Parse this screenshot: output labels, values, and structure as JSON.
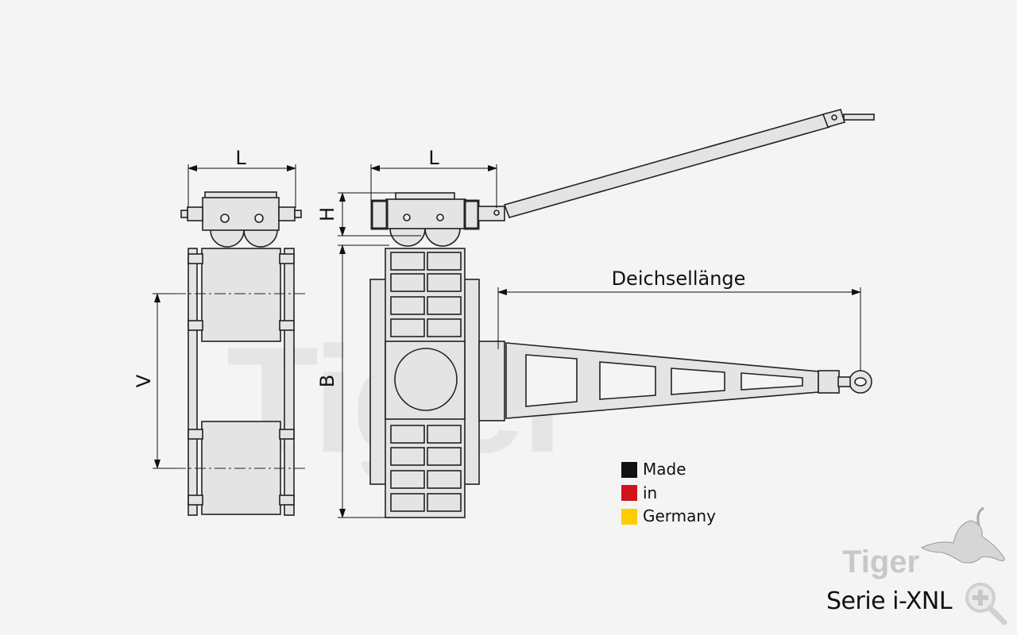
{
  "dimensions": {
    "length_top": "L",
    "length_side": "L",
    "height": "H",
    "wheelbase": "V",
    "width": "B",
    "drawbar_length": "Deichsellänge"
  },
  "legend": {
    "items": [
      {
        "label": "Made",
        "color": "#111111"
      },
      {
        "label": "in",
        "color": "#d0141c"
      },
      {
        "label": "Germany",
        "color": "#ffcc00"
      }
    ]
  },
  "brand": {
    "logo_text": "Tiger",
    "watermark_text": "Tiger",
    "series": "Serie i-XNL"
  },
  "icons": {
    "zoom": "zoom-in-icon"
  }
}
